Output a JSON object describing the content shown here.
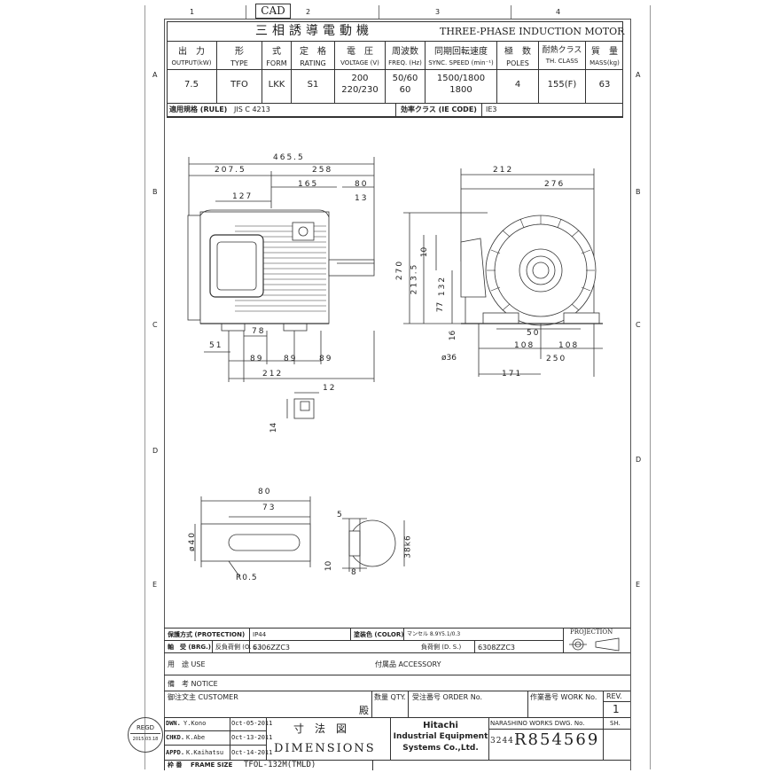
{
  "frame": {
    "cad_stamp": "CAD",
    "col_numbers": [
      "1",
      "2",
      "3",
      "4"
    ],
    "row_letters": [
      "A",
      "B",
      "C",
      "D",
      "E"
    ]
  },
  "spec": {
    "title_jp": "三相誘導電動機",
    "title_en": "THREE-PHASE INDUCTION MOTOR",
    "headers": [
      {
        "jp": "出　力",
        "en": "OUTPUT(kW)"
      },
      {
        "jp": "形",
        "en": "TYPE"
      },
      {
        "jp": "式",
        "en": "FORM"
      },
      {
        "jp": "定　格",
        "en": "RATING"
      },
      {
        "jp": "電　圧",
        "en": "VOLTAGE (V)"
      },
      {
        "jp": "周波数",
        "en": "FREQ. (Hz)"
      },
      {
        "jp": "同期回転速度",
        "en": "SYNC. SPEED (min⁻¹)"
      },
      {
        "jp": "極　数",
        "en": "POLES"
      },
      {
        "jp": "耐熱クラス",
        "en": "TH. CLASS"
      },
      {
        "jp": "質　量",
        "en": "MASS(kg)"
      }
    ],
    "values": [
      {
        "l1": "7.5",
        "l2": ""
      },
      {
        "l1": "TFO",
        "l2": ""
      },
      {
        "l1": "LKK",
        "l2": ""
      },
      {
        "l1": "S1",
        "l2": ""
      },
      {
        "l1": "200",
        "l2": "220/230"
      },
      {
        "l1": "50/60",
        "l2": "60"
      },
      {
        "l1": "1500/1800",
        "l2": "1800"
      },
      {
        "l1": "4",
        "l2": ""
      },
      {
        "l1": "155(F)",
        "l2": ""
      },
      {
        "l1": "63",
        "l2": ""
      }
    ],
    "rule_label": "適用規格 (RULE)",
    "rule_value": "JIS C 4213",
    "efficiency_label": "効率クラス (IE CODE)",
    "efficiency_value": "IE3"
  },
  "dims": {
    "side": {
      "overall": "465.5",
      "left": "207.5",
      "right": "258",
      "d127": "127",
      "d165": "165",
      "d80": "80",
      "d13": "13",
      "d78": "78",
      "d51": "51",
      "d89a": "89",
      "d89b": "89",
      "d89c": "89",
      "d212": "212",
      "key12": "12",
      "key14": "14"
    },
    "front": {
      "d212": "212",
      "d276": "276",
      "d270": "270",
      "d213_5": "213.5",
      "d10": "10",
      "d132": "132",
      "d77": "77",
      "d16": "16",
      "d50": "50",
      "d108a": "108",
      "d108b": "108",
      "d250": "250",
      "d171": "171",
      "phi36": "ø36"
    },
    "shaft": {
      "d80": "80",
      "d73": "73",
      "phi40": "ø40",
      "r05": "R0.5",
      "d5": "5",
      "d10": "10",
      "d8": "8",
      "d38k6": "38k6"
    }
  },
  "bottom": {
    "protection_label": "保護方式 (PROTECTION)",
    "protection_value": "IP44",
    "color_label": "塗装色 (COLOR)",
    "color_value": "マンセル 8.9Y5.1/0.3",
    "projection": "PROJECTION",
    "brg_label": "軸　受 (BRG.)",
    "brg_os_label": "反負荷側 (O. S.)",
    "brg_os_value": "6306ZZC3",
    "brg_ds_label": "負荷側 (D. S.)",
    "brg_ds_value": "6308ZZC3",
    "use_label": "用　途 USE",
    "accessory_label": "付属品 ACCESSORY",
    "notice_label": "備　考 NOTICE",
    "customer_label": "御注文主 CUSTOMER",
    "customer_suffix": "殿",
    "qty_label": "数量 QTY.",
    "order_label": "受注番号 ORDER No.",
    "work_label": "作業番号 WORK No.",
    "rev_label": "REV.",
    "rev_value": "1",
    "stamp_top": "REGD",
    "stamp_date": "2015.03.18",
    "dwn_label": "DWN.",
    "dwn_name": "Y.Kono",
    "dwn_date": "Oct-05-2011",
    "chkd_label": "CHKD.",
    "chkd_name": "K.Abe",
    "chkd_date": "Oct-13-2011",
    "appd_label": "APPD.",
    "appd_name": "K.Kaihatsu",
    "appd_date": "Oct-14-2011",
    "title_jp": "寸　法　図",
    "title_en": "DIMENSIONS",
    "company_1": "Hitachi",
    "company_2": "Industrial Equipment",
    "company_3": "Systems Co.,Ltd.",
    "works_label": "NARASHINO WORKS DWG. No.",
    "sh_label": "SH.",
    "dwg_prefix": "3244",
    "dwg_number": "R854569",
    "frame_label": "FRAME SIZE",
    "frame_prefix": "枠 番",
    "frame_value": "TFOL-132M(TMLD)"
  }
}
